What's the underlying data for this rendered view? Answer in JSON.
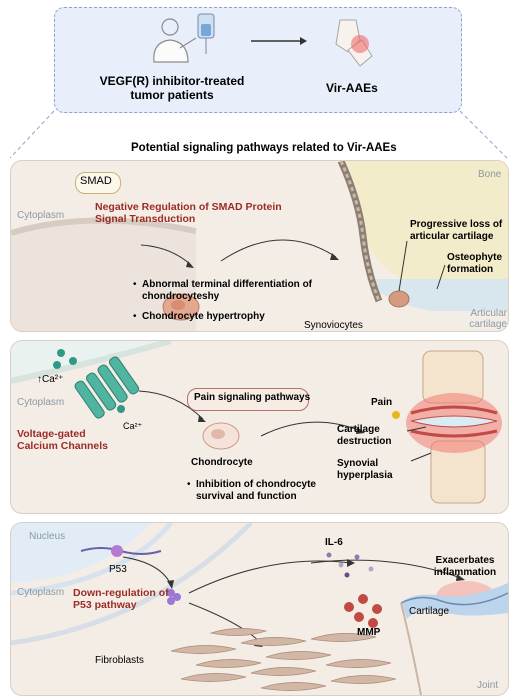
{
  "top": {
    "patients_label": "VEGF(R) inhibitor-treated tumor patients",
    "outcome_label": "Vir-AAEs"
  },
  "section_title": "Potential signaling pathways related to Vir-AAEs",
  "panel1": {
    "badge": "SMAD",
    "cytoplasm": "Cytoplasm",
    "pathway_label": "Negative Regulation of SMAD Protein Signal Transduction",
    "bullets": [
      "Abnormal terminal differentiation of chondrocyteshy",
      "Chondrocyte hypertrophy"
    ],
    "bone": "Bone",
    "loss_label": "Progressive loss of articular cartilage",
    "osteophyte_label": "Osteophyte formation",
    "synoviocytes": "Synoviocytes",
    "articular": "Articular cartilage"
  },
  "panel2": {
    "ca_up": "↑Ca²⁺",
    "ca_label": "Ca²⁺",
    "cytoplasm": "Cytoplasm",
    "channel_label": "Voltage-gated Calcium Channels",
    "badge": "Pain signaling pathways",
    "chondrocyte": "Chondrocyte",
    "bullet": "Inhibition of chondrocyte survival and function",
    "pain": "Pain",
    "cartilage_destruction": "Cartilage destruction",
    "synovial": "Synovial hyperplasia"
  },
  "panel3": {
    "nucleus": "Nucleus",
    "p53": "P53",
    "cytoplasm": "Cytoplasm",
    "down_label": "Down-regulation of P53 pathway",
    "il6": "IL-6",
    "mmp": "MMP",
    "exacerbates": "Exacerbates inflammation",
    "cartilage": "Cartilage",
    "fibroblasts": "Fibroblasts",
    "joint": "Joint"
  },
  "colors": {
    "accent_red": "#9c2b25",
    "channel_teal": "#3aa08a",
    "panel_bg": "#f4ede6",
    "top_bg": "#e8eefa"
  }
}
